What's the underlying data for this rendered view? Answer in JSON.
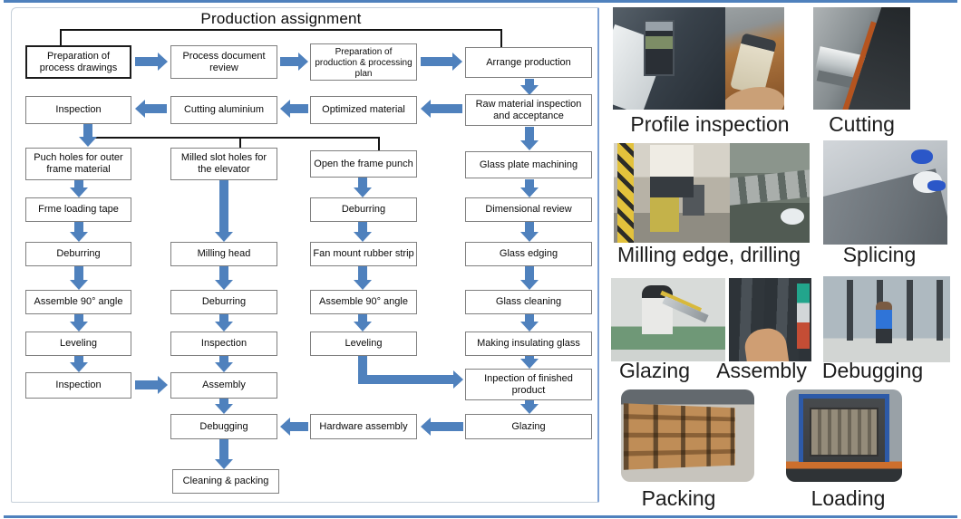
{
  "title": "Production assignment",
  "colors": {
    "arrow_blue": "#4f81bd",
    "connector_black": "#141414",
    "panel_border_blue": "#7b9fd4"
  },
  "flow": {
    "prep_drawings": "Preparation of process drawings",
    "process_review": "Process document review",
    "prep_plan": "Preparation of production & processing plan",
    "arrange": "Arrange production",
    "inspection_a": "Inspection",
    "cutting_aluminium": "Cutting aluminium",
    "optimized": "Optimized material",
    "raw_material": "Raw material inspection and acceptance",
    "punch_holes": "Puch holes for outer frame material",
    "milled_slot": "Milled slot holes for the elevator",
    "open_frame": "Open the frame punch",
    "glass_machining": "Glass plate machining",
    "frame_tape": "Frme loading tape",
    "deburring_a": "Deburring",
    "dimensional": "Dimensional review",
    "deburring_b": "Deburring",
    "milling_head": "Milling head",
    "fan_mount": "Fan mount rubber strip",
    "glass_edging": "Glass edging",
    "assemble_a": "Assemble 90° angle",
    "deburring_c": "Deburring",
    "assemble_b": "Assemble 90° angle",
    "glass_cleaning": "Glass cleaning",
    "leveling_a": "Leveling",
    "inspection_b": "Inspection",
    "leveling_b": "Leveling",
    "making_insulating": "Making insulating glass",
    "inspection_c": "Inspection",
    "assembly": "Assembly",
    "finished_inspection": "Inpection of finished product",
    "debugging": "Debugging",
    "hardware": "Hardware assembly",
    "glazing": "Glazing",
    "cleaning_packing": "Cleaning & packing"
  },
  "photos": {
    "profile_inspection": "Profile inspection",
    "cutting": "Cutting",
    "milling": "Milling edge, drilling",
    "splicing": "Splicing",
    "glazing": "Glazing",
    "assembly": "Assembly",
    "debugging": "Debugging",
    "packing": "Packing",
    "loading": "Loading"
  }
}
